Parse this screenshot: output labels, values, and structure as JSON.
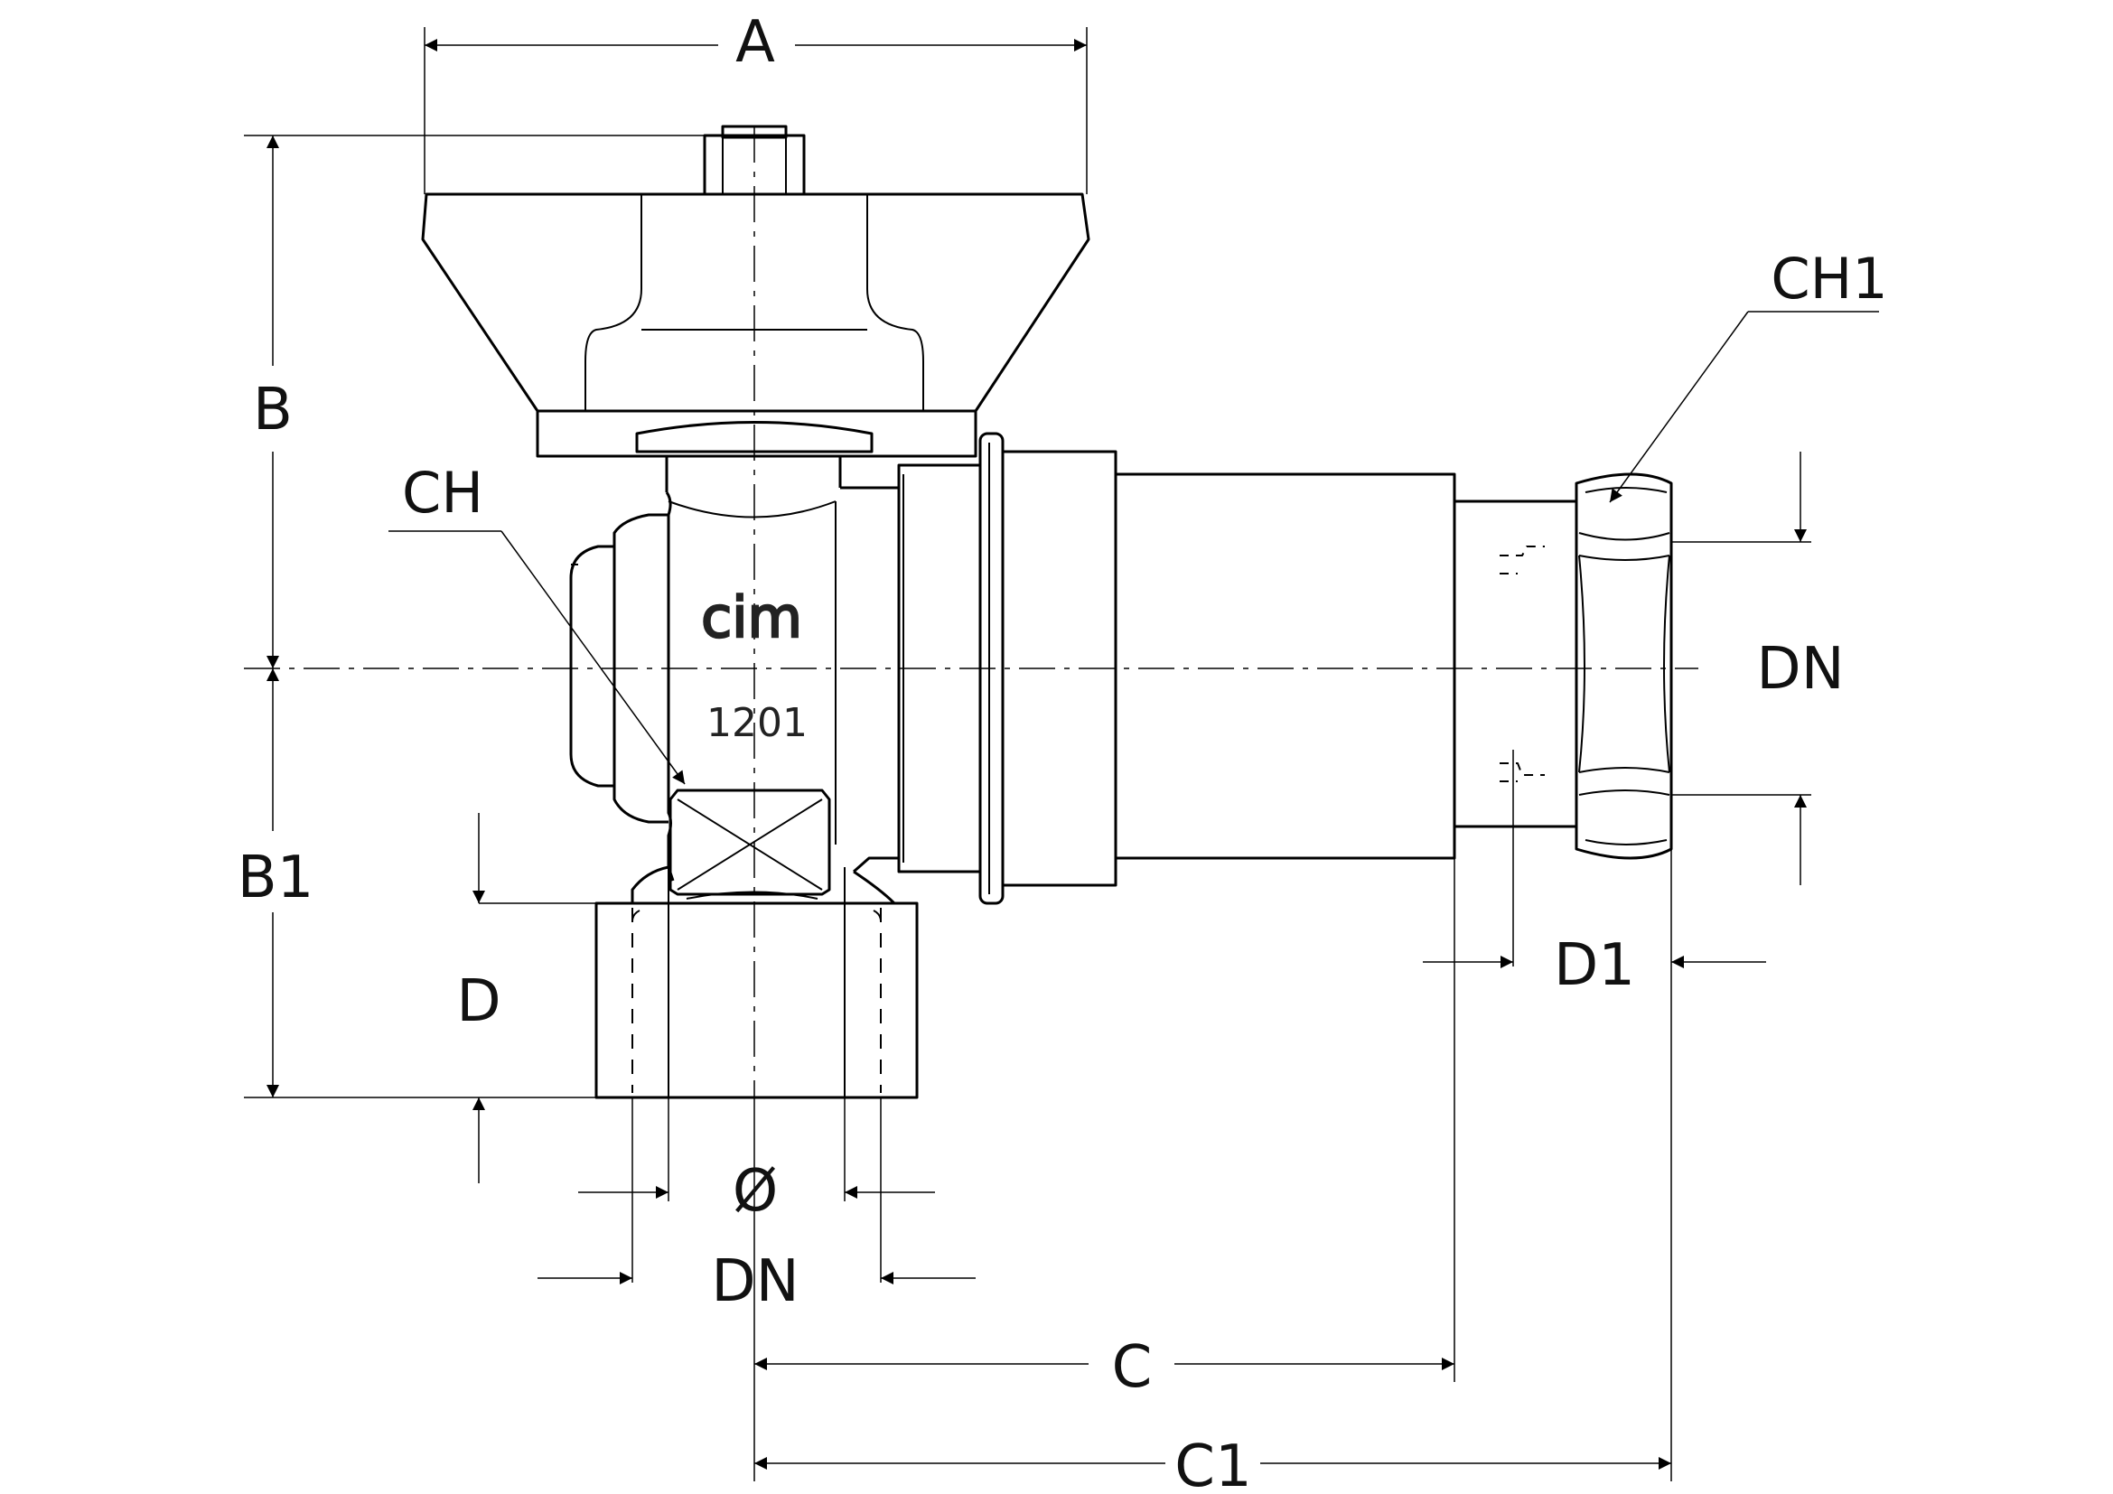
{
  "drawing": {
    "brand_mark": "cim",
    "model_mark": "1201",
    "labels": {
      "A": "A",
      "B": "B",
      "B1": "B1",
      "CH": "CH",
      "CH1": "CH1",
      "D": "D",
      "D1": "D1",
      "DN_right": "DN",
      "DN_bottom": "DN",
      "diameter": "Ø",
      "C": "C",
      "C1": "C1"
    }
  }
}
